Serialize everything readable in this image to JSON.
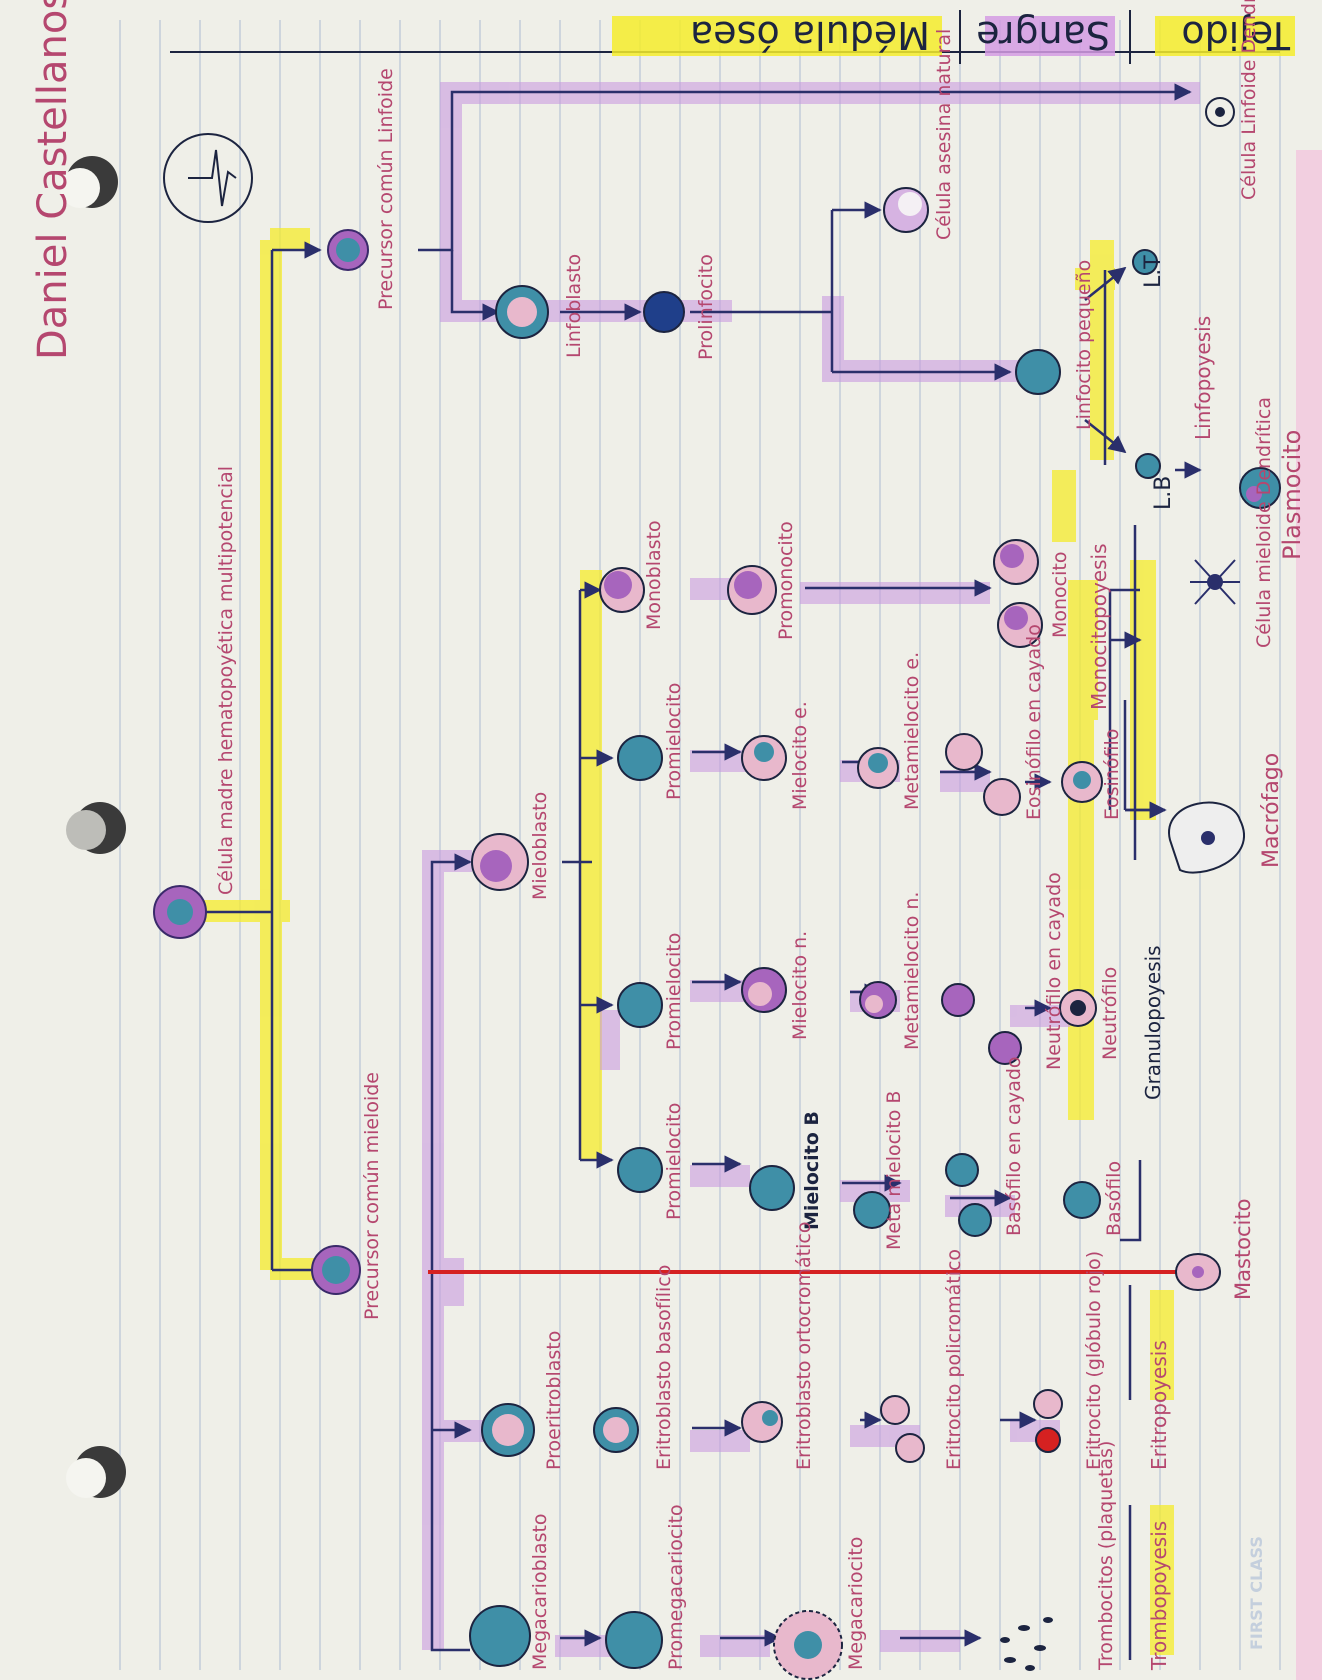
{
  "header": {
    "author": "Daniel Castellanos",
    "legend": [
      "Médula ósea",
      "Sangre",
      "Tejido"
    ]
  },
  "cells": {
    "stem": "Célula madre hematopoyética multipotencial",
    "lymphoid_precursor": "Precursor común Linfoide",
    "myeloid_precursor": "Precursor común mieloide",
    "linfoblasto": "Linfoblasto",
    "prolinfocito": "Prolinfocito",
    "nk": "Célula asesina natural",
    "linfocito_pequeno": "Linfocito pequeño",
    "lt": "L.T",
    "lb": "L.B",
    "plasmocito": "Plasmocito",
    "linfoide_dendritica": "Célula Linfoide Dendrítica",
    "mieloblasto": "Mieloblasto",
    "monoblasto": "Monoblasto",
    "promonocito": "Promonocito",
    "monocito": "Monocito",
    "mieloide_dendritica": "Célula mieloide Dendrítica",
    "macrofago": "Macrófago",
    "promielocito_e": "Promielocito",
    "mielocito_e": "Mielocito e.",
    "metamielocito_e": "Metamielocito e.",
    "eosinofilo_cayado": "Eosinófilo en cayado",
    "eosinofilo": "Eosinófilo",
    "promielocito_n": "Promielocito",
    "mielocito_n": "Mielocito n.",
    "metamielocito_n": "Metamielocito n.",
    "neutrofilo_cayado": "Neutrófilo en cayado",
    "neutrofilo": "Neutrófilo",
    "promielocito_b": "Promielocito",
    "mielocito_b": "Mielocito B",
    "metamielocito_b": "Meta mielocito B",
    "basofilo_cayado": "Basófilo en cayado",
    "basofilo": "Basófilo",
    "mastocito": "Mastocito",
    "proeritroblasto": "Proeritroblasto",
    "eritroblasto_basofilico": "Eritroblasto basofílico",
    "eritroblasto_ortocromatico": "Eritroblasto ortocromático",
    "eritrocito_policromatico": "Eritrocito policromático",
    "eritrocito": "Eritrocito (glóbulo rojo)",
    "megacarioblasto": "Megacarioblasto",
    "promegacariocito": "Promegacariocito",
    "megacariocito": "Megacariocito",
    "trombocitos": "Trombocitos (plaquetas)"
  },
  "processes": {
    "linfopoyesis": "Linfopoyesis",
    "monocitopoyesis": "Monocitopoyesis",
    "granulopoyesis": "Granulopoyesis",
    "eritropoyesis": "Eritropoyesis",
    "trombopoyesis": "Trombopoyesis"
  },
  "watermark": "FIRST CLASS",
  "colors": {
    "paper": "#efefe8",
    "rule_line": "#b7c4d6",
    "margin_line": "#e7a9c5",
    "ink": "#1c2440",
    "highlight_yellow": "#f5ec2b",
    "highlight_purple": "#c99be0",
    "red_line": "#d52121",
    "text_pink": "#b5476f",
    "cell_blue": "#3f8fa7",
    "cell_pink": "#e8b8cc",
    "cell_purple": "#a765bd"
  }
}
